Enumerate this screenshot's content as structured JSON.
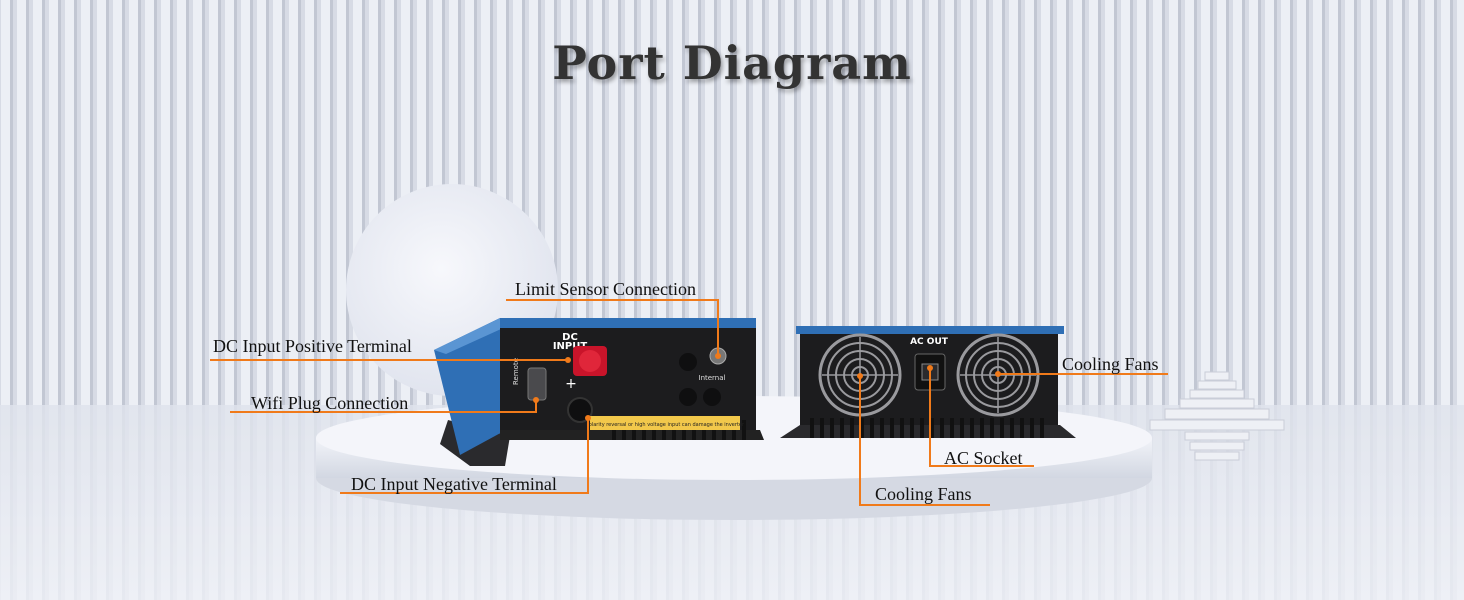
{
  "title": "Port Diagram",
  "colors": {
    "callout": "#f07a1a",
    "housing_blue": "#2f6fb5",
    "housing_black": "#1c1c1e"
  },
  "device_front": {
    "dc_input_label": "DC\nINPUT",
    "plus_sign": "+",
    "remote_label": "Remote",
    "internal_label": "Internal",
    "warning_text": "Polarity reversal or high voltage input can damage the inverter"
  },
  "device_back": {
    "ac_out_label": "AC OUT"
  },
  "callouts": {
    "limit_sensor": "Limit Sensor Connection",
    "dc_positive": "DC Input Positive Terminal",
    "wifi_plug": "Wifi Plug Connection",
    "dc_negative": "DC Input Negative Terminal",
    "cooling_fans_right": "Cooling Fans",
    "ac_socket": "AC Socket",
    "cooling_fans_bottom": "Cooling Fans"
  }
}
